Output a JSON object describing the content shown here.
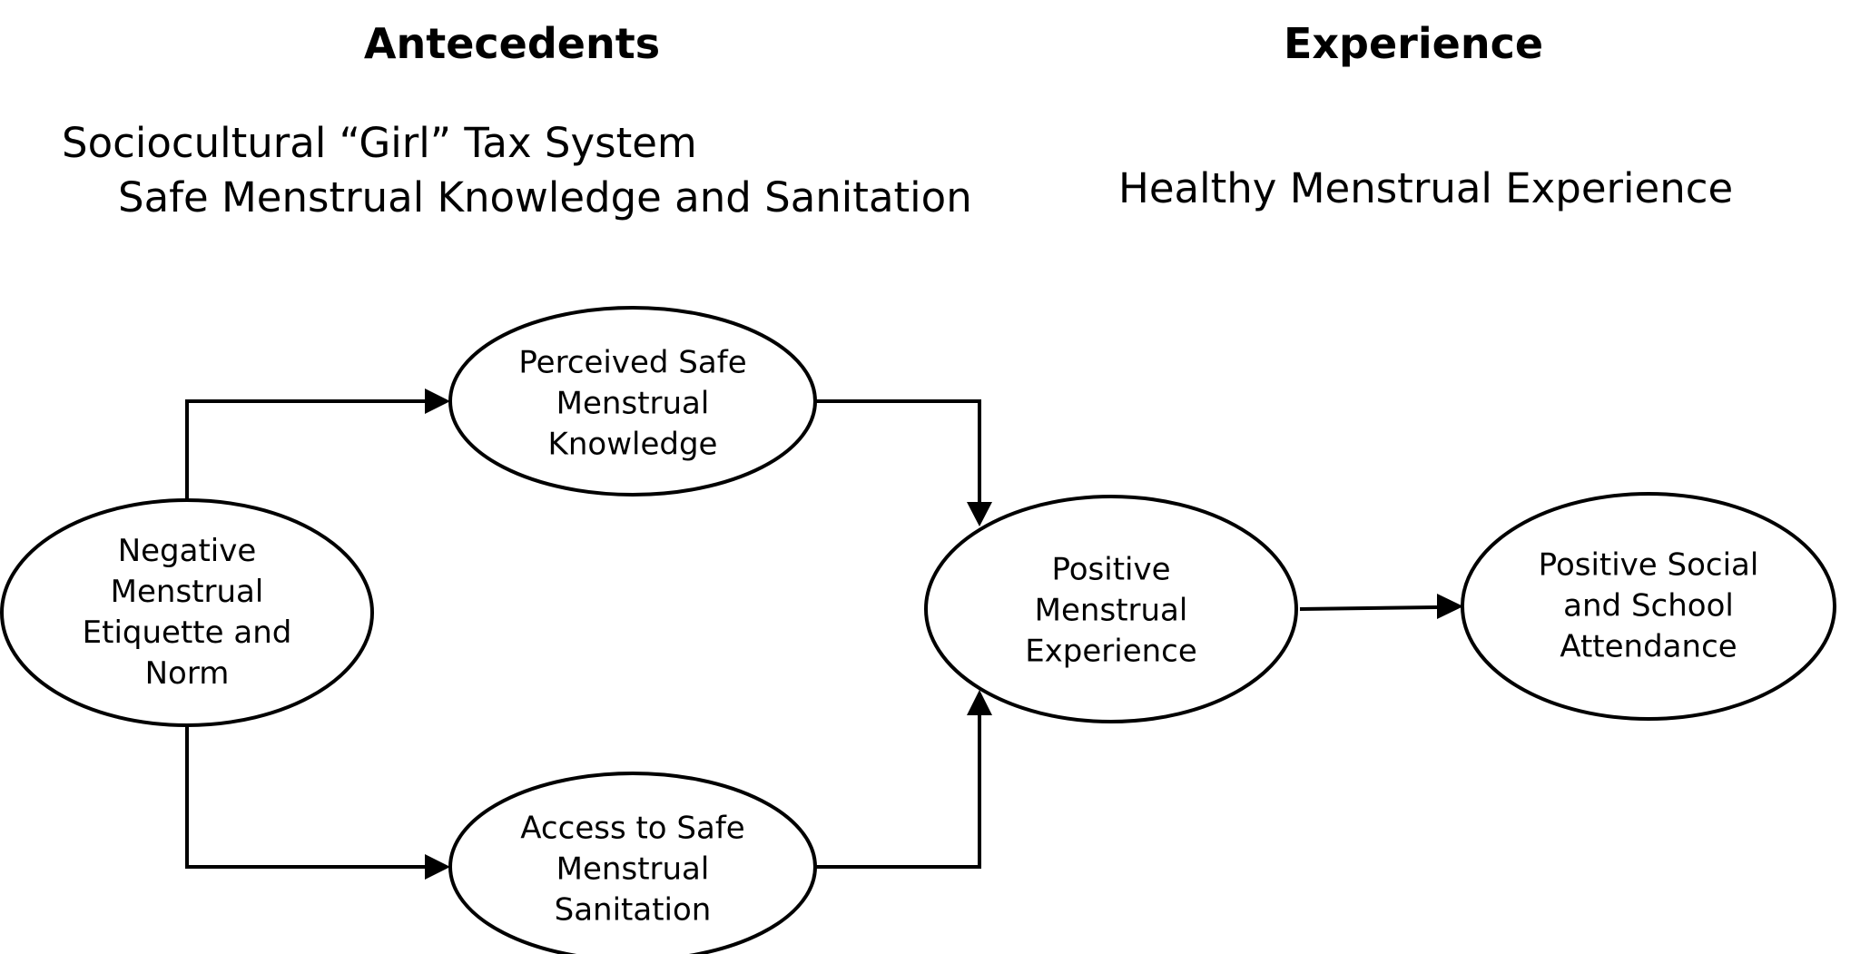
{
  "headings": {
    "antecedents": "Antecedents",
    "experience": "Experience"
  },
  "subtitles": {
    "sociocultural": "Sociocultural “Girl” Tax System",
    "safe_knowledge_sanitation": "Safe Menstrual Knowledge and Sanitation",
    "healthy_experience": "Healthy Menstrual Experience"
  },
  "nodes": {
    "negative_norm": [
      "Negative",
      "Menstrual",
      "Etiquette and",
      "Norm"
    ],
    "perceived_knowledge": [
      "Perceived Safe",
      "Menstrual",
      "Knowledge"
    ],
    "access_sanitation": [
      "Access to Safe",
      "Menstrual",
      "Sanitation"
    ],
    "positive_experience": [
      "Positive",
      "Menstrual",
      "Experience"
    ],
    "social_attendance": [
      "Positive Social",
      "and School",
      "Attendance"
    ]
  },
  "edges": [
    {
      "from": "negative_norm",
      "to": "perceived_knowledge"
    },
    {
      "from": "negative_norm",
      "to": "access_sanitation"
    },
    {
      "from": "perceived_knowledge",
      "to": "positive_experience"
    },
    {
      "from": "access_sanitation",
      "to": "positive_experience"
    },
    {
      "from": "positive_experience",
      "to": "social_attendance"
    }
  ]
}
